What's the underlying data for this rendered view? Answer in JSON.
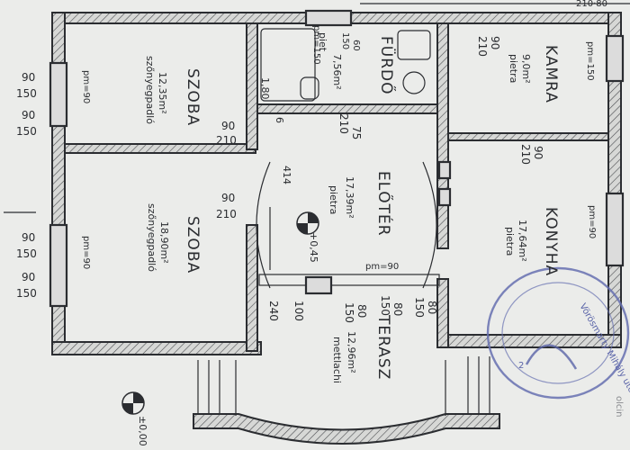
{
  "rooms": {
    "szoba_top": {
      "name": "SZOBA",
      "area": "12,35m²",
      "floor": "szőnyegpadló"
    },
    "szoba_bottom": {
      "name": "SZOBA",
      "area": "18,90m²",
      "floor": "szőnyegpadló"
    },
    "furdo": {
      "name": "FÜRDŐ",
      "area": "7,56m²",
      "floor": "piet"
    },
    "kamra": {
      "name": "KAMRA",
      "area": "9,0m²",
      "floor": "pietra"
    },
    "eloter": {
      "name": "ELŐTÉR",
      "area": "17,39m²",
      "floor": "pietra"
    },
    "konyha": {
      "name": "KONYHA",
      "area": "17,64m²",
      "floor": "pietra"
    },
    "terasz": {
      "name": "TERASZ",
      "area": "12,96m²",
      "floor": "mettlachi"
    }
  },
  "sill_heights": {
    "szoba_top": "pm=90",
    "szoba_bottom": "pm=90",
    "kamra": "pm=150",
    "konyha": "pm=90",
    "eloter": "pm=90",
    "furdo": "pm=150"
  },
  "window_dims": {
    "w1_width": "90",
    "w1_height": "150",
    "w2_width": "90",
    "w2_height": "150",
    "w3_width": "90",
    "w3_height": "150",
    "w4_width": "90",
    "w4_height": "150"
  },
  "door_dims": {
    "d_szoba_top_w": "90",
    "d_szoba_top_h": "210",
    "d_szoba_bottom_w": "90",
    "d_szoba_bottom_h": "210",
    "d_furdo_w": "75",
    "d_furdo_h": "210",
    "d_furdo_small": "60",
    "d_furdo_small2": "150",
    "d_kamra_w": "90",
    "d_kamra_h": "210",
    "d_konyha_w": "90",
    "d_konyha_h": "210",
    "d_terasz_a": "80",
    "d_terasz_b": "150",
    "d_terasz_c": "80",
    "d_terasz_d": "150",
    "d_terasz_e": "80",
    "d_terasz_f": "150",
    "d_entry_a": "100",
    "d_entry_b": "240"
  },
  "misc": {
    "wall_thickness": "1,80",
    "wall_6": "6",
    "hall_width": "414",
    "level": "+0,45",
    "level_bottom": "±0,00",
    "top_dim": "210·80",
    "stamp_text": "Vörösmarty Mihály utca",
    "stamp_mark": "2",
    "side_text": "olcin"
  }
}
